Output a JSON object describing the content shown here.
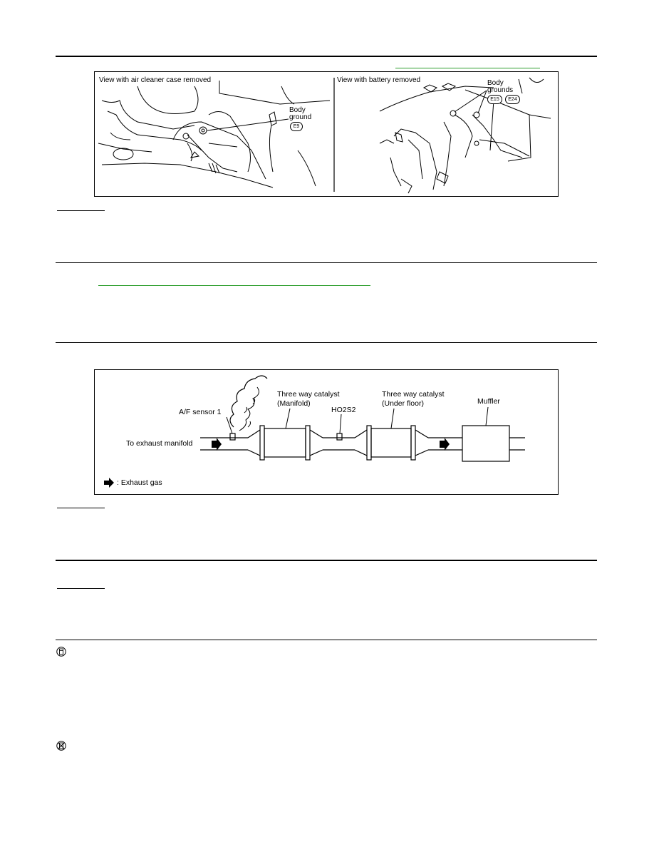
{
  "figure_ground": {
    "left_caption": "View with air cleaner case removed",
    "right_caption": "View with battery removed",
    "left_ground_label_line1": "Body",
    "left_ground_label_line2": "ground",
    "left_ground_code": "E9",
    "right_ground_label_line1": "Body",
    "right_ground_label_line2": "grounds",
    "right_ground_code_1": "E15",
    "right_ground_code_2": "E24"
  },
  "figure_exhaust": {
    "cat_manifold_line1": "Three way catalyst",
    "cat_manifold_line2": "(Manifold)",
    "cat_underfloor_line1": "Three way catalyst",
    "cat_underfloor_line2": "(Under floor)",
    "muffler": "Muffler",
    "af_sensor": "A/F sensor 1",
    "ho2s2": "HO2S2",
    "to_manifold": "To exhaust manifold",
    "legend": ": Exhaust gas"
  },
  "colors": {
    "link": "#2e9e2e",
    "rule": "#000000"
  },
  "icons": {
    "icon_1": "sensor-symbol-icon",
    "icon_2": "no-touch-icon"
  }
}
